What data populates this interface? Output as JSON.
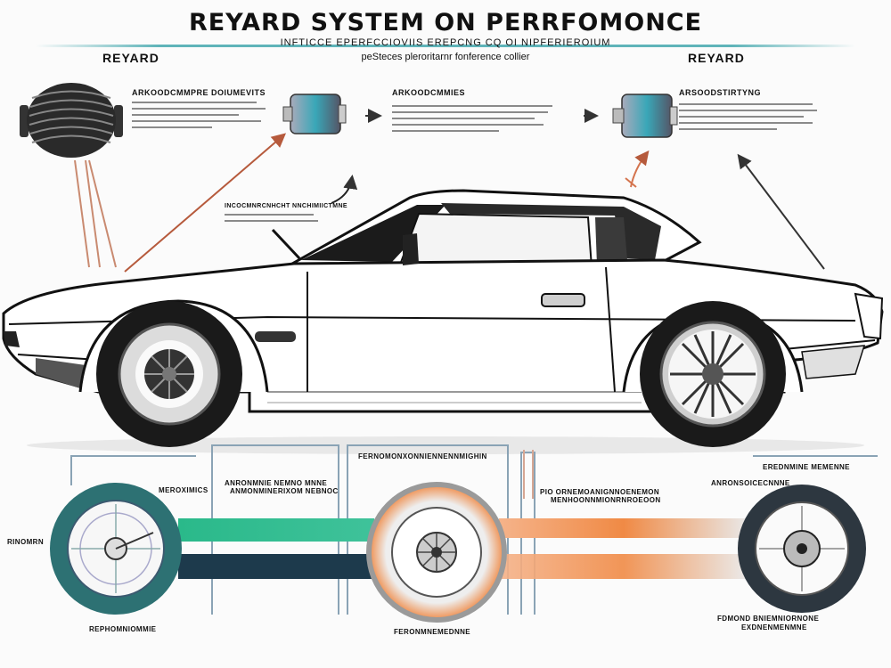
{
  "header": {
    "title": "REYARD SYSTEM ON PERRFOMONCE",
    "subtitle_line1": "INFTICCE EPERFCCIOVIIS EREPCNG CQ OI NIPFERIEROIUM",
    "subtitle_line2": "peSteces pleroritarnr fonference collier",
    "left_label": "REYARD",
    "right_label": "REYARD"
  },
  "top_section": {
    "left_component_label": "ARKOODCMMPRE DOIUMEVITS",
    "middle_component_label": "ARKOODCMMIES",
    "right_component_label": "ARSOODSTIRTYNG",
    "mid_note": "INCOCMNRCNHCHT NNCHIMIICTMNE"
  },
  "bottom_section": {
    "labels": [
      "MEROXIMICS",
      "ANRONMNIE NEMNO MNNE",
      "ANMONMINERIXOM NEBNOC",
      "FERNOMONXONNIENNENNMIGHIN",
      "PIO ORNEMOANIGNNOENEMON",
      "MENHOONNMIONRNROEOON",
      "EREDNMINE MEMENNE",
      "ANRONSOICECNNNE",
      "RINOMRN",
      "REPHOMNIOMMIE",
      "FERONMNEMEDNNE",
      "FDMOND BNIEMNIORNONE",
      "EXDNENMENMNE"
    ]
  },
  "colors": {
    "teal": "#2d7173",
    "green": "#2ab98a",
    "navy": "#1d3a4c",
    "orange": "#f08a45",
    "arrow_brown": "#b65a3c",
    "dark": "#2d3740"
  },
  "icons": [
    "spring-coil-icon",
    "motor-cylinder-icon",
    "arrow-right-icon",
    "curved-arrow-icon",
    "wheel-hub-icon"
  ]
}
